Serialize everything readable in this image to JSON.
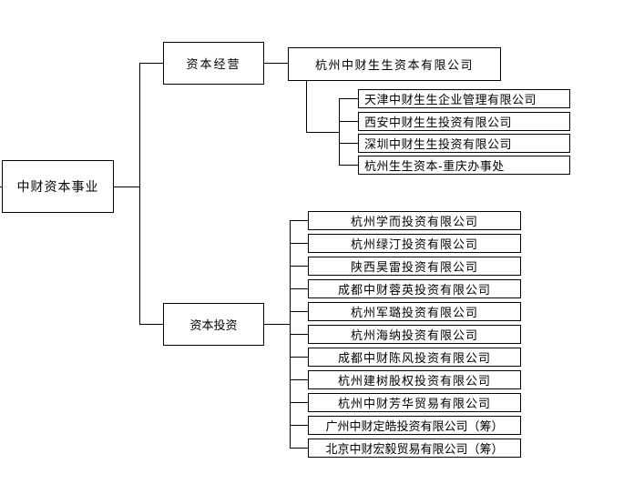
{
  "root": {
    "label": "中财资本事业"
  },
  "branches": [
    {
      "label": "资本经营",
      "child": {
        "label": "杭州中财生生资本有限公司",
        "children": [
          "天津中财生生企业管理有限公司",
          "西安中财生生投资有限公司",
          "深圳中财生生投资有限公司",
          "杭州生生资本-重庆办事处"
        ]
      }
    },
    {
      "label": "资本投资",
      "children": [
        "杭州学而投资有限公司",
        "杭州绿汀投资有限公司",
        "陕西昊雷投资有限公司",
        "成都中财蓉英投资有限公司",
        "杭州军璐投资有限公司",
        "杭州海纳投资有限公司",
        "成都中财陈风投资有限公司",
        "杭州建树股权投资有限公司",
        "杭州中财芳华贸易有限公司",
        "广州中财定皓投资有限公司（筹）",
        "北京中财宏毅贸易有限公司（筹）"
      ]
    }
  ]
}
